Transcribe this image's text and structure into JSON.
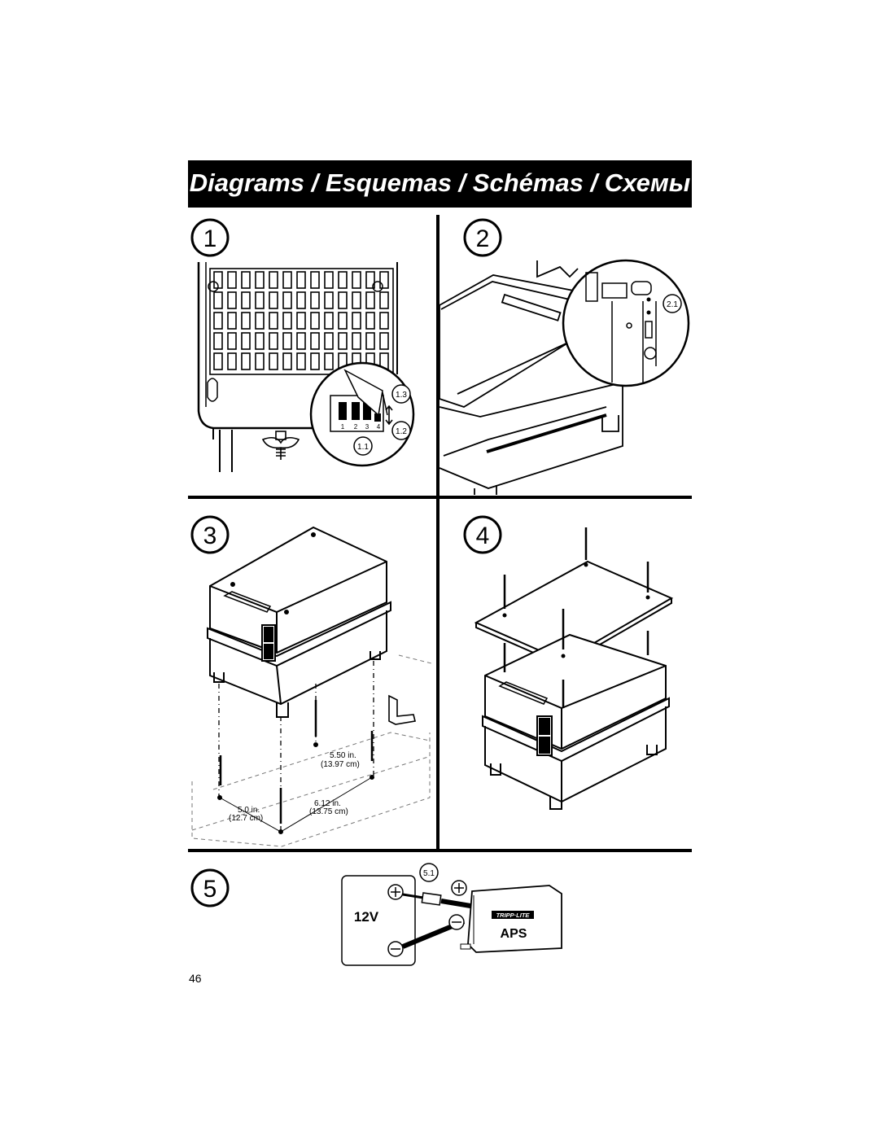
{
  "header": {
    "title": "Diagrams / Esquemas / Schémas / Схемы"
  },
  "panels": [
    {
      "number": "1",
      "callouts": [
        "1.3",
        "1.2",
        "1.1"
      ],
      "switch_labels": [
        "1",
        "2",
        "3",
        "4"
      ]
    },
    {
      "number": "2",
      "callouts": [
        "2.1"
      ]
    },
    {
      "number": "3",
      "dimensions": [
        "5.50 in.",
        "(13.97 cm)",
        "6.12 in.",
        "(13.75 cm)",
        "5.0 in.",
        "(12.7 cm)"
      ]
    },
    {
      "number": "4"
    },
    {
      "number": "5",
      "callouts": [
        "5.1"
      ],
      "battery_label": "12V",
      "brand_logo": "TRIPP·LITE",
      "device_label": "APS"
    }
  ],
  "footer": {
    "page_number": "46"
  }
}
